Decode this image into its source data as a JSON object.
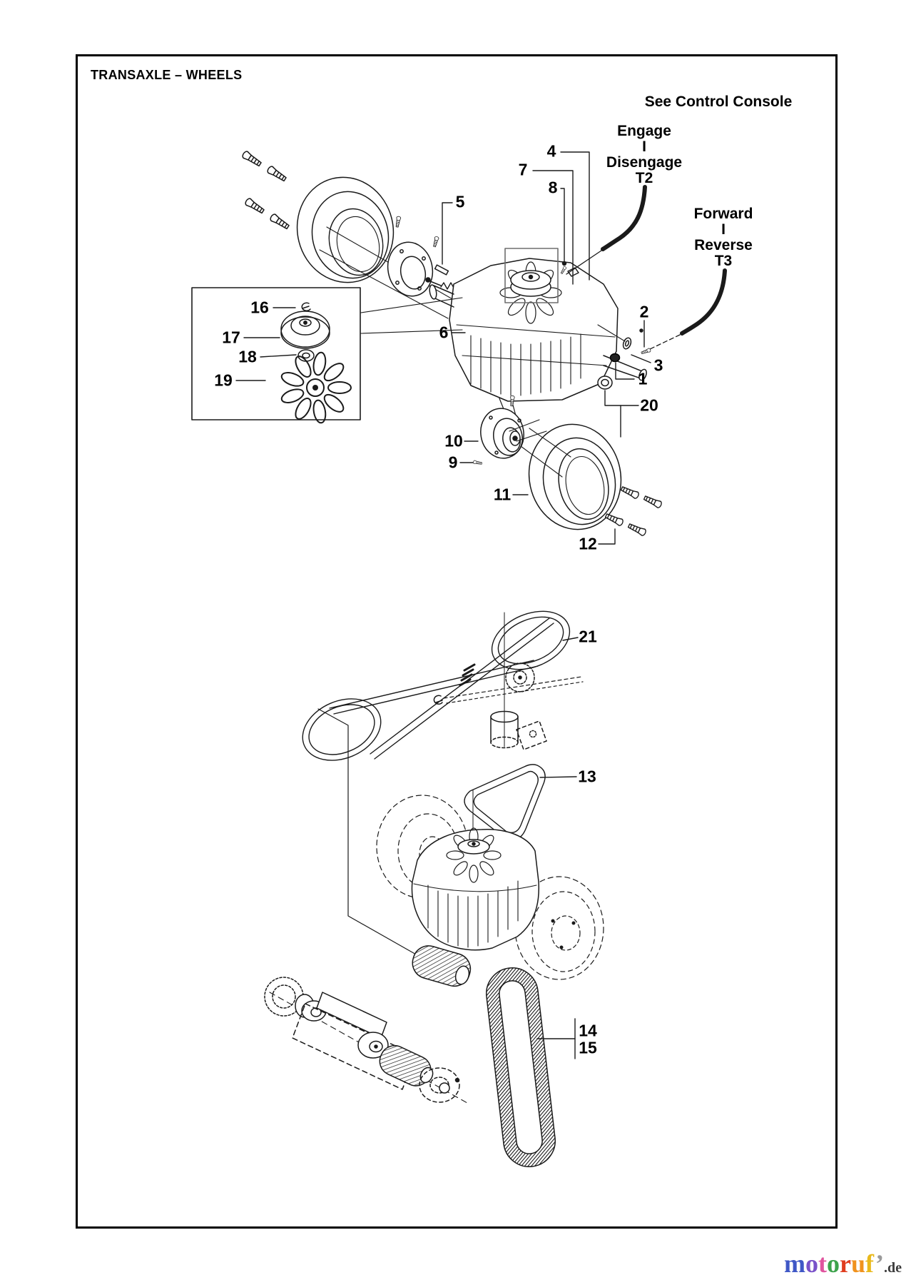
{
  "page": {
    "title": "TRANSAXLE – WHEELS"
  },
  "annotations": {
    "see_control_console": "See Control Console",
    "t2": {
      "lines": [
        "Engage",
        "I",
        "Disengage",
        "T2"
      ]
    },
    "t3": {
      "lines": [
        "Forward",
        "I",
        "Reverse",
        "T3"
      ]
    }
  },
  "callouts": {
    "c1": "1",
    "c2": "2",
    "c3": "3",
    "c4": "4",
    "c5": "5",
    "c6": "6",
    "c7": "7",
    "c8": "8",
    "c9": "9",
    "c10": "10",
    "c11": "11",
    "c12": "12",
    "c13": "13",
    "c14": "14",
    "c15": "15",
    "c16": "16",
    "c17": "17",
    "c18": "18",
    "c19": "19",
    "c20": "20",
    "c21": "21"
  },
  "watermark": {
    "letters": [
      {
        "ch": "m",
        "color": "#3f57c6"
      },
      {
        "ch": "o",
        "color": "#7a52c9"
      },
      {
        "ch": "t",
        "color": "#e0559f"
      },
      {
        "ch": "o",
        "color": "#3da34c"
      },
      {
        "ch": "r",
        "color": "#e03d1f"
      },
      {
        "ch": "u",
        "color": "#f0921e"
      },
      {
        "ch": "f",
        "color": "#e9b91c"
      },
      {
        "ch": "’",
        "color": "#9a9a9a"
      }
    ],
    "tld": ".de"
  },
  "diagram": {
    "line_color": "#1a1a1a",
    "frame_color": "#000000",
    "highlight_box_color": "#6e6e6e"
  }
}
